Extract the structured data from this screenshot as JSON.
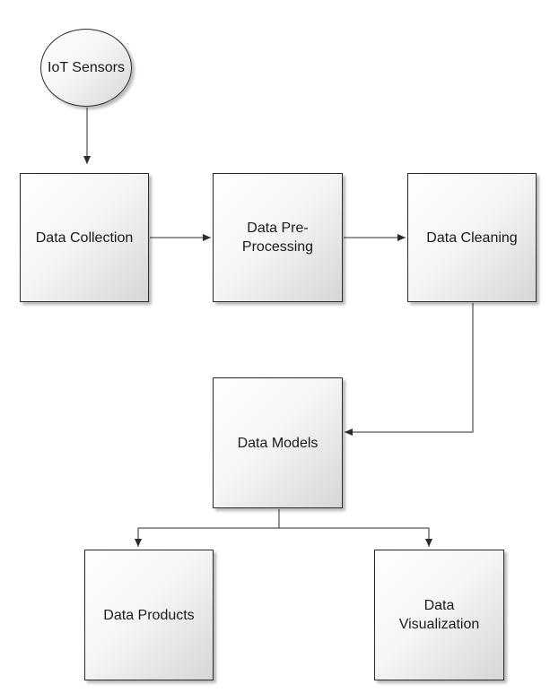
{
  "diagram": {
    "nodes": {
      "iot_sensors": "IoT Sensors",
      "data_collection": "Data Collection",
      "data_preprocessing": "Data Pre-Processing",
      "data_cleaning": "Data Cleaning",
      "data_models": "Data Models",
      "data_products": "Data Products",
      "data_visualization": "Data Visualization"
    },
    "edges": [
      {
        "from": "IoT Sensors",
        "to": "Data Collection"
      },
      {
        "from": "Data Collection",
        "to": "Data Pre-Processing"
      },
      {
        "from": "Data Pre-Processing",
        "to": "Data Cleaning"
      },
      {
        "from": "Data Cleaning",
        "to": "Data Models"
      },
      {
        "from": "Data Models",
        "to": "Data Products"
      },
      {
        "from": "Data Models",
        "to": "Data Visualization"
      }
    ],
    "colors": {
      "line": "#2b2b2b",
      "fill_light": "#ffffff",
      "fill_dark": "#d6d6d6"
    }
  }
}
